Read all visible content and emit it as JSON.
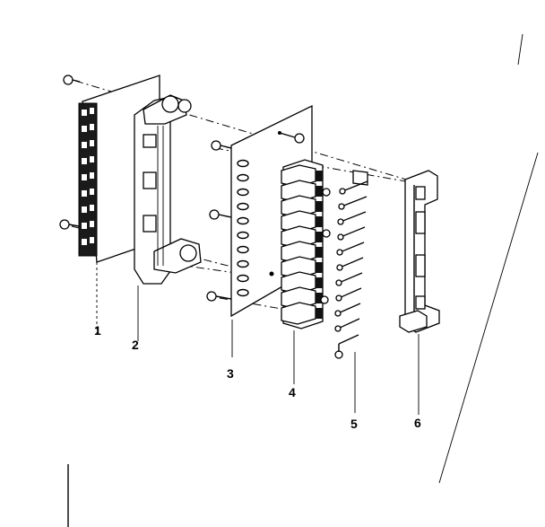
{
  "diagram": {
    "callouts": [
      {
        "id": "p1",
        "text": "1"
      },
      {
        "id": "p2",
        "text": "2"
      },
      {
        "id": "p3",
        "text": "3"
      },
      {
        "id": "p4",
        "text": "4"
      },
      {
        "id": "p5",
        "text": "5"
      },
      {
        "id": "p6",
        "text": "6"
      }
    ],
    "ink_color": "#000000",
    "paper_color": "#ffffff"
  }
}
